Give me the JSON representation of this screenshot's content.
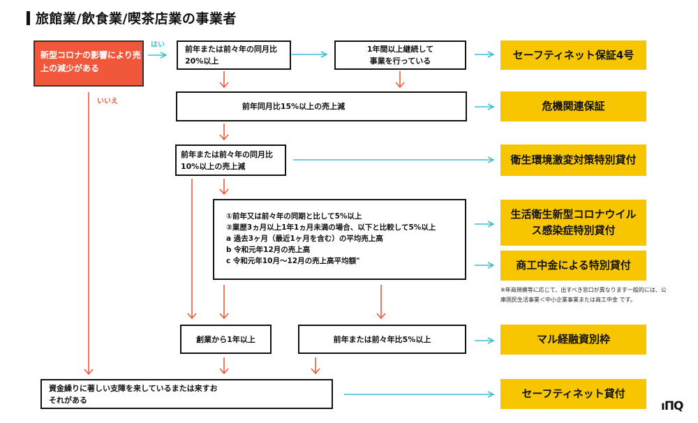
{
  "header": {
    "title": "旅館業/飲食業/喫茶店業の事業者"
  },
  "start": {
    "text": "新型コロナの影響により売上の減少がある"
  },
  "labels": {
    "yes": "はい",
    "no": "いいえ"
  },
  "conditions": {
    "c1": "前年または前々年の同月比20%以上",
    "c2": "1年間以上継続して事業を行っている",
    "c3": "前年同月比15%以上の売上減",
    "c4": "前年または前々年の同月比10%以上の売上減",
    "c5": [
      "①前年又は前々年の同期と比して5%以上",
      "②業歴3ヵ月以上1年1ヵ月未満の場合、以下と比較して5%以上",
      "a 過去3ヶ月（最近1ヶ月を含む）の平均売上高",
      "b 令和元年12月の売上高",
      "c 令和元年10月～12月の売上高平均額\""
    ],
    "c6": "創業から1年以上",
    "c7": "前年または前々年比5%以上",
    "c8": "資金繰りに著しい支障を来しているまたは来すおそれがある"
  },
  "results": {
    "r1": "セーフティネット保証4号",
    "r2": "危機関連保証",
    "r3": "衛生環境激変対策特別貸付",
    "r4": "生活衛生新型コロナウイルス感染症特別貸付",
    "r5": "商工中金による特別貸付",
    "r6": "マル経融資別枠",
    "r7": "セーフティネット貸付"
  },
  "note": "※年商規模等に応じて、出すべき窓口が異なります一般的には、公庫国民生活事業＜中小企業事業または商工中金 です。",
  "logo": "ıПQ",
  "colors": {
    "red": "#f0573b",
    "yellow": "#f7c600",
    "teal": "#3bbfcf",
    "orange": "#f0573b"
  }
}
